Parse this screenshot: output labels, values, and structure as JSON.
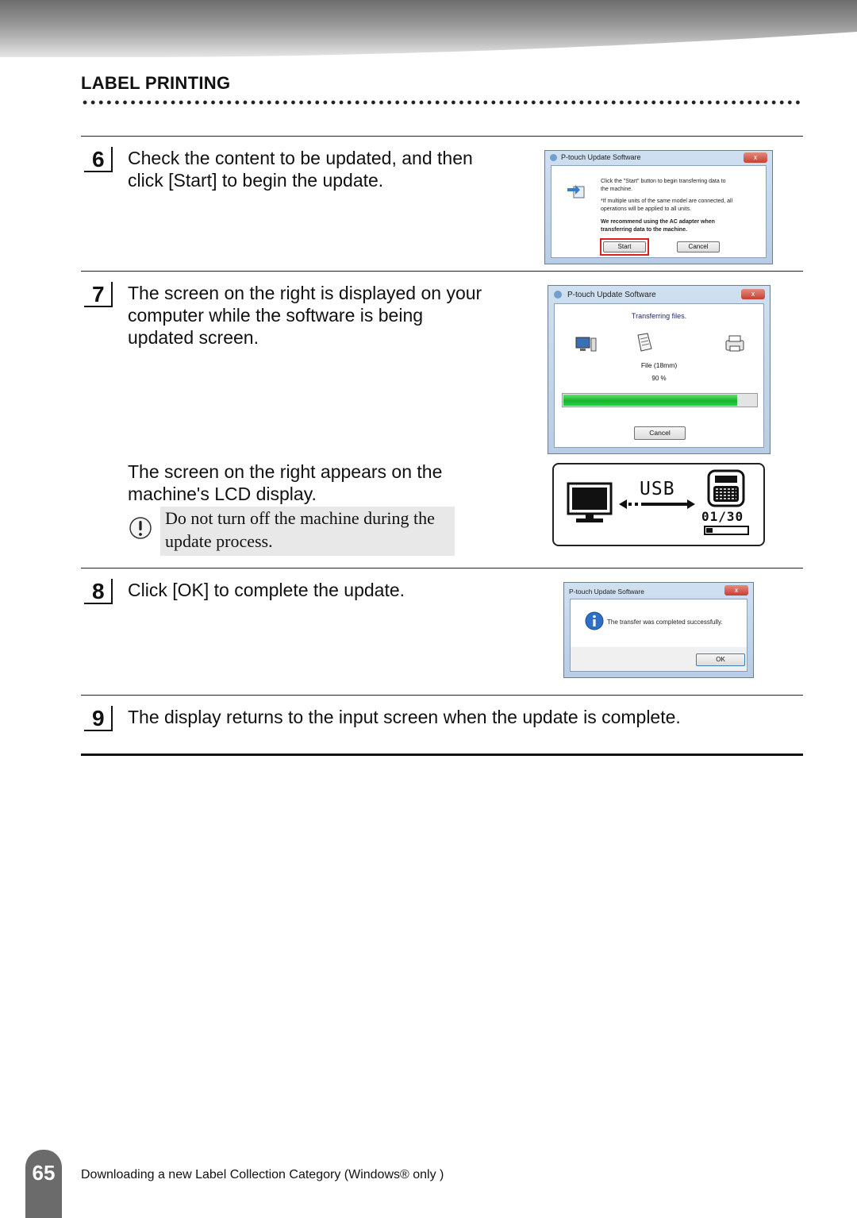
{
  "section_title": "LABEL PRINTING",
  "steps": [
    {
      "number": "6",
      "text_lines": [
        "Check the content to be updated, and then",
        "click [Start] to begin the update."
      ]
    },
    {
      "number": "7",
      "text_lines": [
        "The screen on the right is displayed on your",
        "computer while the software is being",
        "updated screen."
      ],
      "sub_lines": [
        "The screen on the right appears on the",
        "machine's LCD display."
      ],
      "note_lines": [
        "Do not turn off the machine during the",
        "update process."
      ]
    },
    {
      "number": "8",
      "text_lines": [
        "Click [OK] to complete the update."
      ]
    },
    {
      "number": "9",
      "text_lines": [
        "The display returns to the input screen when the update is complete."
      ]
    }
  ],
  "dialog_start": {
    "title": "P-touch Update Software",
    "close": "x",
    "msg1": [
      "Click the \"Start\" button to begin transferring data to",
      "the machine."
    ],
    "msg2": [
      "*If multiple units of the same model are connected, all",
      "operations will be applied to all units."
    ],
    "msg3": [
      "We recommend using the AC adapter when",
      "transferring data to the machine."
    ],
    "start_label": "Start",
    "cancel_label": "Cancel",
    "highlight_color": "#e0201a"
  },
  "dialog_transfer": {
    "title": "P-touch Update Software",
    "close": "x",
    "status": "Transferring files.",
    "file": "File (18mm)",
    "percent_text": "90 %",
    "progress": 0.9,
    "cancel_label": "Cancel",
    "progress_color": "#22c43a"
  },
  "lcd": {
    "usb_label": "USB",
    "counter": "01/30",
    "progress": 0.15
  },
  "dialog_done": {
    "title": "P-touch Update Software",
    "close": "x",
    "message": "The transfer was completed successfully.",
    "ok_label": "OK"
  },
  "footer": {
    "page_number": "65",
    "text": "Downloading a new Label Collection Category (Windows® only )"
  }
}
